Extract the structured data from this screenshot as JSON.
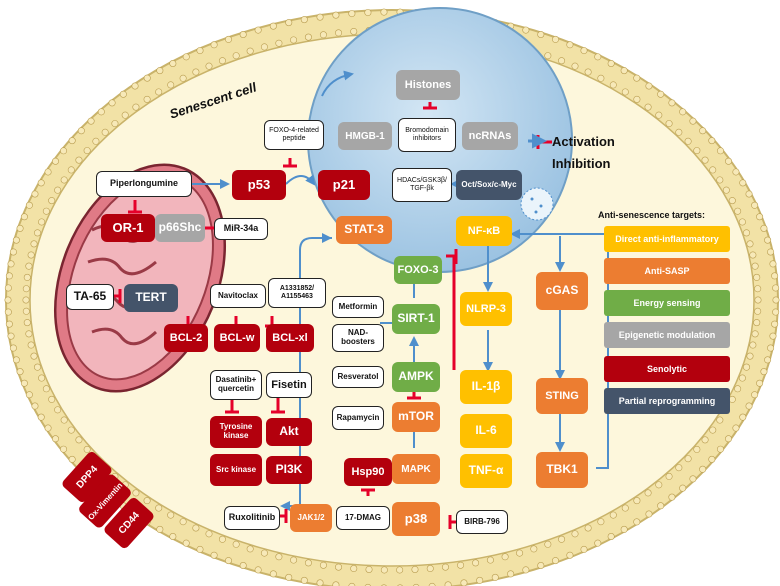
{
  "title": "Senescent cell",
  "legend": {
    "activation": "Activation",
    "inhibition": "Inhibition",
    "targets_title": "Anti-senescence targets:",
    "targets": [
      {
        "label": "Direct anti-inflammatory",
        "color": "#ffc000"
      },
      {
        "label": "Anti-SASP",
        "color": "#ec7d31"
      },
      {
        "label": "Energy sensing",
        "color": "#70ad47"
      },
      {
        "label": "Epigenetic modulation",
        "color": "#a6a6a6"
      },
      {
        "label": "Senolytic",
        "color": "#b3000d"
      },
      {
        "label": "Partial reprogramming",
        "color": "#44546a"
      }
    ]
  },
  "colors": {
    "membrane": "#f2e2a6",
    "cytoplasm": "#fdf7dc",
    "nucleus": "#b5d3ea",
    "arrow": "#4f8fcc",
    "inhibit": "#e5002a",
    "mitochondria": "#e07a86"
  },
  "nodes": {
    "piperlongumine": "Piperlongumine",
    "or1": "OR-1",
    "p66shc": "p66Shc",
    "mir34a": "MiR-34a",
    "ta65": "TA-65",
    "tert": "TERT",
    "navitoclax": "Navitoclax",
    "a133": "A1331852/ A1155463",
    "bcl2": "BCL-2",
    "bclw": "BCL-w",
    "bclxl": "BCL-xl",
    "dasatinib": "Dasatinib+ quercetin",
    "fisetin": "Fisetin",
    "tyrosine": "Tyrosine kinase",
    "akt": "Akt",
    "src": "Src kinase",
    "pi3k": "PI3K",
    "hsp90": "Hsp90",
    "dmag": "17-DMAG",
    "ruxolitinib": "Ruxolitinib",
    "jak": "JAK1/2",
    "p53": "p53",
    "p21": "p21",
    "foxo4": "FOXO-4-related peptide",
    "hmgb1": "HMGB-1",
    "histones": "Histones",
    "bromo": "Bromodomain inhibitors",
    "ncrnas": "ncRNAs",
    "hdacs": "HDACs/GSK3β/ TGF-βk",
    "octsox": "Oct/Sox/c-Myc",
    "stat3": "STAT-3",
    "foxo3": "FOXO-3",
    "nfkb": "NF-κB",
    "metformin": "Metformin",
    "nad": "NAD- boosters",
    "sirt1": "SIRT-1",
    "resveratol": "Resveratol",
    "ampk": "AMPK",
    "rapamycin": "Rapamycin",
    "mtor": "mTOR",
    "mapk": "MAPK",
    "p38": "p38",
    "birb": "BIRB-796",
    "nlrp3": "NLRP-3",
    "il1b": "IL-1β",
    "il6": "IL-6",
    "tnfa": "TNF-α",
    "cgas": "cGAS",
    "sting": "STING",
    "tbk1": "TBK1",
    "dpp4": "DPP4",
    "oxvim": "Ox-Vimentin",
    "cd44": "CD44"
  }
}
